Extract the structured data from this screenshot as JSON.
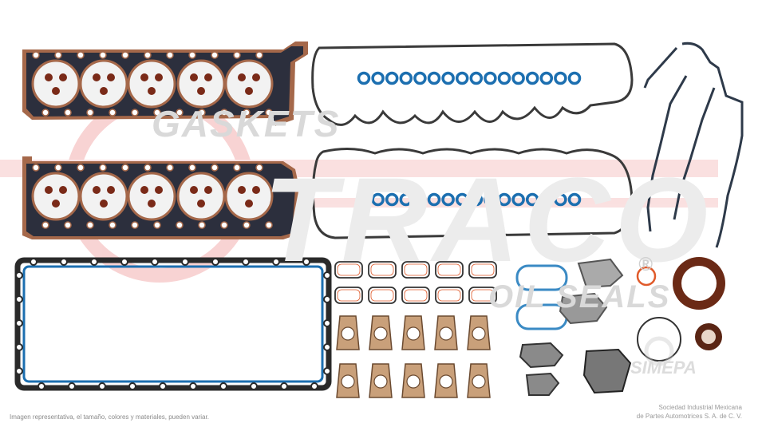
{
  "watermark": {
    "gaskets": "GASKETS",
    "brand": "TRACO",
    "oil_seals": "OIL SEALS",
    "registered": "®",
    "simepa": "SIMEPA"
  },
  "footer": {
    "disclaimer": "Imagen representativa, el tamaño, colores y materiales, pueden variar.",
    "company_line1": "Sociedad Industrial Mexicana",
    "company_line2": "de Partes Automotrices S. A. de C. V."
  },
  "colors": {
    "head_gasket_body": "#2c2f3d",
    "copper_rim": "#a5684a",
    "bore_fill": "#f2f2f2",
    "valve_cover": "#3a3a3a",
    "blue_seal": "#1c6fb0",
    "brown_seal": "#5a2514",
    "orange_ring": "#e05a2a",
    "fiber_gasket": "#c9a07a",
    "logo_red": "#e64a4a",
    "watermark_grey": "#e6e6e6"
  }
}
